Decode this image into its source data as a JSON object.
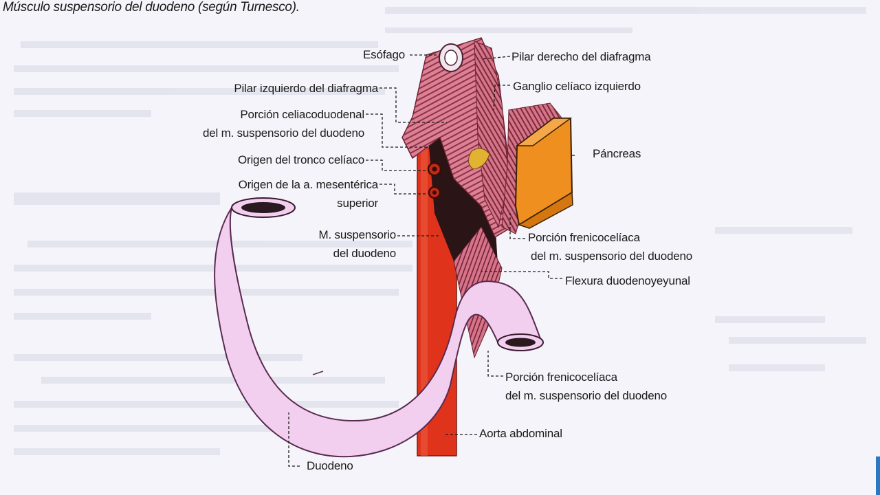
{
  "title": "Músculo suspensorio del duodeno (según Turnesco).",
  "labels": {
    "esofago": "Esófago",
    "pilar_derecho": "Pilar derecho del diafragma",
    "pilar_izquierdo": "Pilar izquierdo del diafragma",
    "ganglio": "Ganglio celíaco izquierdo",
    "porcion_celiaco_1": "Porción celiacoduodenal",
    "porcion_celiaco_2": "del m. suspensorio del duodeno",
    "pancreas": "Páncreas",
    "tronco": "Origen del tronco celíaco",
    "mesenterica_1": "Origen de la a. mesentérica",
    "mesenterica_2": "superior",
    "suspensorio_1": "M. suspensorio",
    "suspensorio_2": "del duodeno",
    "frenico_a1": "Porción frenicocelíaca",
    "frenico_a2": "del m. suspensorio del duodeno",
    "flexura": "Flexura duodenoyeyunal",
    "frenico_b1": "Porción frenicocelíaca",
    "frenico_b2": "del m. suspensorio del duodeno",
    "aorta": "Aorta abdominal",
    "duodeno": "Duodeno"
  },
  "colors": {
    "muscle": "#d9788f",
    "muscle_stripe": "#7a2a3a",
    "aorta": "#e0331c",
    "duodenum": "#f2cfee",
    "pancreas": "#ef8f1f",
    "dark_muscle": "#2a1416",
    "ganglion": "#e2b233"
  }
}
